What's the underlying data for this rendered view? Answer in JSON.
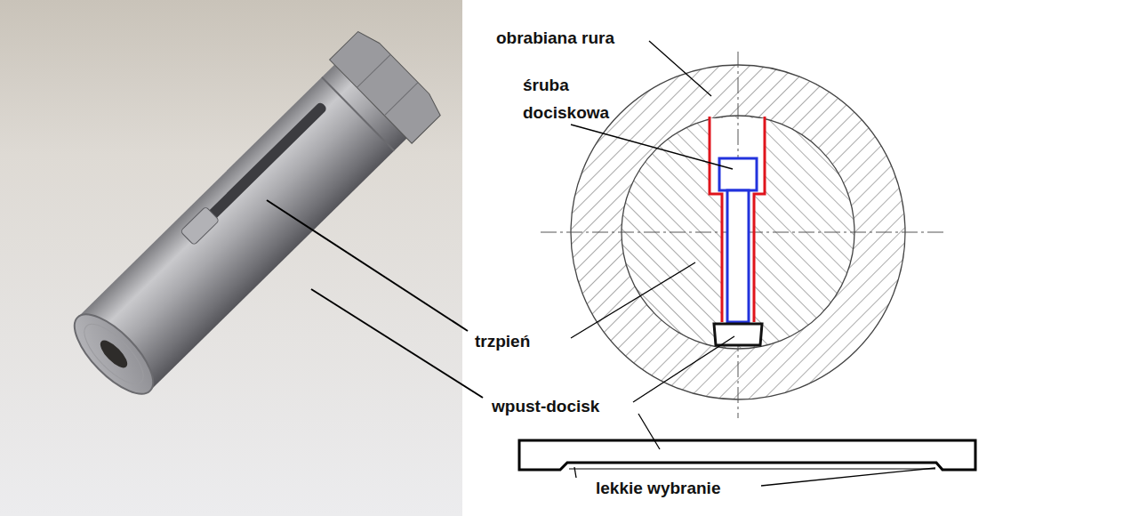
{
  "diagram": {
    "labels": [
      "obrabiana rura",
      "śruba dociskowa",
      "trzpień",
      "wpust-docisk",
      "lekkie wybranie"
    ]
  }
}
